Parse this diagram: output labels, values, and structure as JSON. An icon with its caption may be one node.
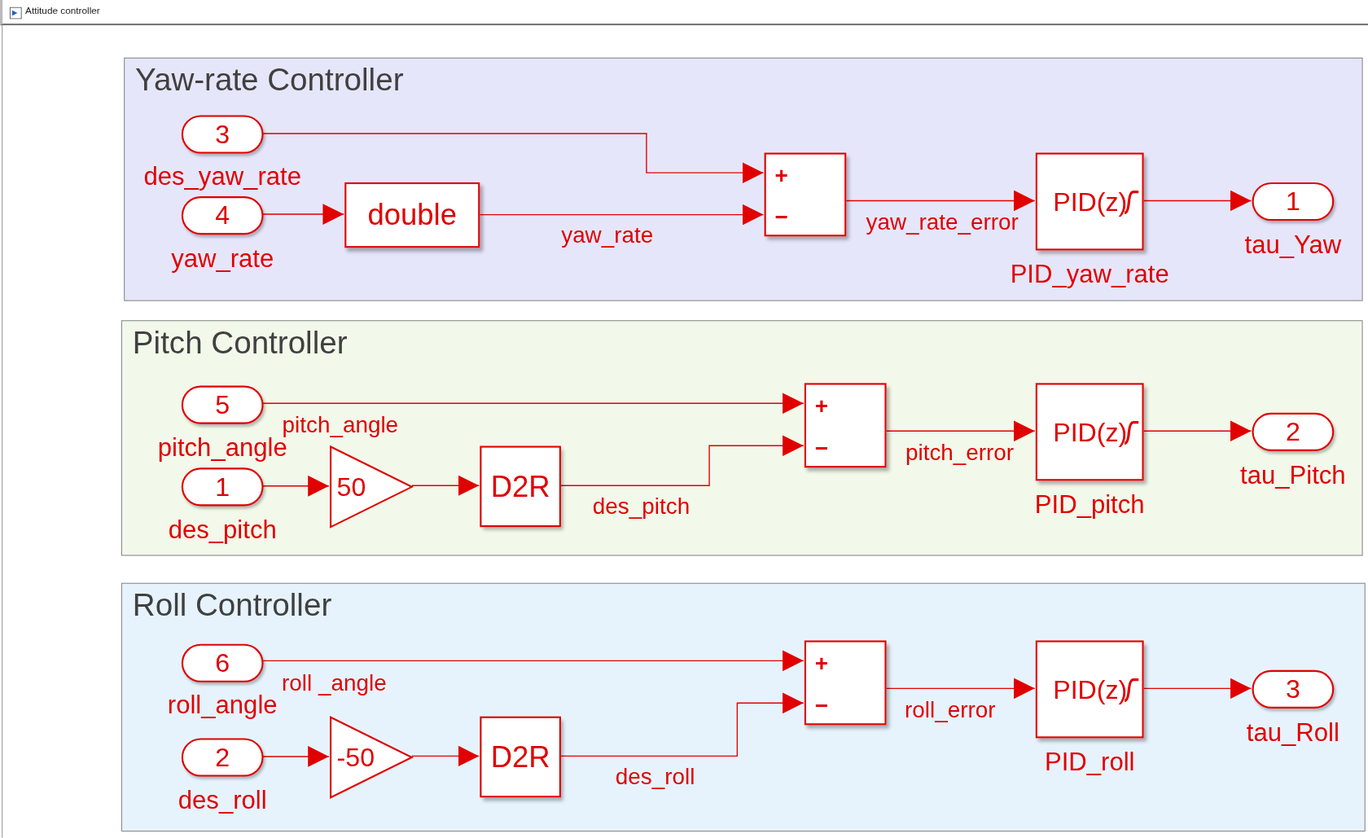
{
  "diagram": {
    "nodes": [
      {
        "text": [
          "Yaw-rate Controller"
        ]
      },
      {
        "text": [
          "3",
          "des_yaw_rate"
        ],
        "in": 0
      },
      {
        "text": [
          "4",
          "yaw_rate"
        ],
        "in": 0
      },
      {
        "text": [
          "double"
        ],
        "in": 0
      },
      {
        "text": [
          "+",
          "−"
        ],
        "in": 0
      },
      {
        "text": [
          "PID(z)",
          "PID_yaw_rate"
        ],
        "in": 0
      },
      {
        "text": [
          "1",
          "tau_Yaw"
        ],
        "in": 0
      },
      {
        "text": [
          "Pitch Controller"
        ]
      },
      {
        "text": [
          "5",
          "pitch_angle"
        ],
        "in": 7
      },
      {
        "text": [
          "1",
          "des_pitch"
        ],
        "in": 7
      },
      {
        "text": [
          "50"
        ],
        "in": 7
      },
      {
        "text": [
          "D2R"
        ],
        "in": 7
      },
      {
        "text": [
          "+",
          "−"
        ],
        "in": 7
      },
      {
        "text": [
          "PID(z)",
          "PID_pitch"
        ],
        "in": 7
      },
      {
        "text": [
          "2",
          "tau_Pitch"
        ],
        "in": 7
      },
      {
        "text": [
          "Roll Controller"
        ]
      },
      {
        "text": [
          "6",
          "roll_angle"
        ],
        "in": 15
      },
      {
        "text": [
          "2",
          "des_roll"
        ],
        "in": 15
      },
      {
        "text": [
          "-50"
        ],
        "in": 15
      },
      {
        "text": [
          "D2R"
        ],
        "in": 15
      },
      {
        "text": [
          "+",
          "−"
        ],
        "in": 15
      },
      {
        "text": [
          "PID(z)",
          "PID_roll"
        ],
        "in": 15
      },
      {
        "text": [
          "3",
          "tau_Roll"
        ],
        "in": 15
      }
    ],
    "edges": [
      {
        "from": 1,
        "to": 4,
        "arrow": "to"
      },
      {
        "from": 2,
        "to": 3,
        "arrow": "to"
      },
      {
        "from": 3,
        "to": 4,
        "arrow": "to",
        "label": "yaw_rate"
      },
      {
        "from": 4,
        "to": 5,
        "arrow": "to",
        "label": "yaw_rate_error"
      },
      {
        "from": 5,
        "to": 6,
        "arrow": "to"
      },
      {
        "from": 8,
        "to": 12,
        "arrow": "to",
        "label": "pitch_angle"
      },
      {
        "from": 9,
        "to": 10,
        "arrow": "to"
      },
      {
        "from": 10,
        "to": 11,
        "arrow": "to"
      },
      {
        "from": 11,
        "to": 12,
        "arrow": "to",
        "label": "des_pitch"
      },
      {
        "from": 12,
        "to": 13,
        "arrow": "to",
        "label": "pitch_error"
      },
      {
        "from": 13,
        "to": 14,
        "arrow": "to"
      },
      {
        "from": 16,
        "to": 20,
        "arrow": "to",
        "label": "roll _angle"
      },
      {
        "from": 17,
        "to": 18,
        "arrow": "to"
      },
      {
        "from": 18,
        "to": 19,
        "arrow": "to"
      },
      {
        "from": 19,
        "to": 20,
        "arrow": "to",
        "label": "des_roll"
      },
      {
        "from": 20,
        "to": 21,
        "arrow": "to",
        "label": "roll_error"
      },
      {
        "from": 21,
        "to": 22,
        "arrow": "to"
      }
    ],
    "labels": [
      "Attitude controller"
    ]
  }
}
